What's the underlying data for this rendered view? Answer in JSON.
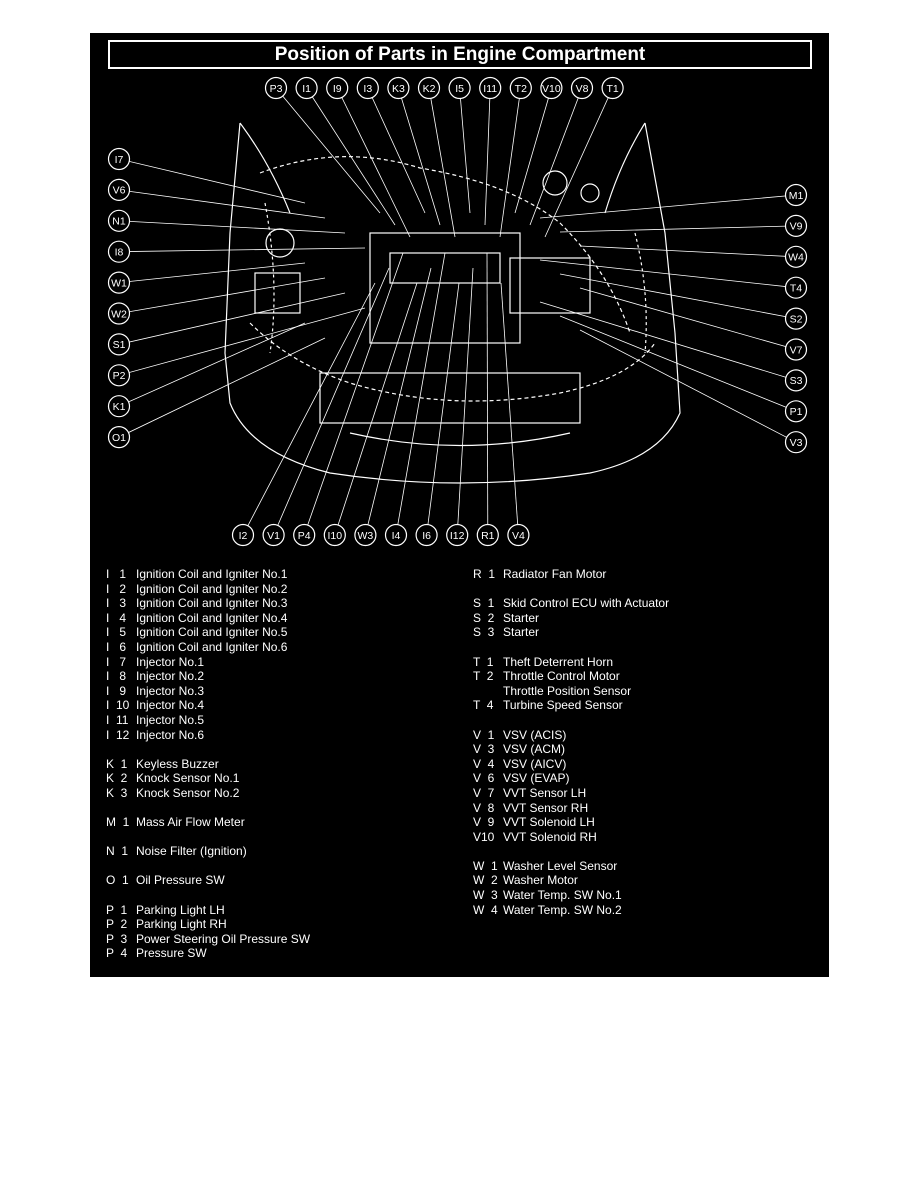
{
  "title": "Position of Parts in Engine Compartment",
  "colors": {
    "background": "#000000",
    "foreground": "#ffffff",
    "page": "#ffffff"
  },
  "callouts": {
    "top": [
      "P3",
      "I1",
      "I9",
      "I3",
      "K3",
      "K2",
      "I5",
      "I11",
      "T2",
      "V10",
      "V8",
      "T1"
    ],
    "left": [
      "I7",
      "V6",
      "N1",
      "I8",
      "W1",
      "W2",
      "S1",
      "P2",
      "K1",
      "O1"
    ],
    "right": [
      "M1",
      "V9",
      "W4",
      "T4",
      "S2",
      "V7",
      "S3",
      "P1",
      "V3"
    ],
    "bottom": [
      "I2",
      "V1",
      "P4",
      "I10",
      "W3",
      "I4",
      "I6",
      "I12",
      "R1",
      "V4"
    ]
  },
  "legend": {
    "left": [
      {
        "code": "I   1",
        "desc": "Ignition Coil and Igniter No.1"
      },
      {
        "code": "I   2",
        "desc": "Ignition Coil and Igniter No.2"
      },
      {
        "code": "I   3",
        "desc": "Ignition Coil and Igniter No.3"
      },
      {
        "code": "I   4",
        "desc": "Ignition Coil and Igniter No.4"
      },
      {
        "code": "I   5",
        "desc": "Ignition Coil and Igniter No.5"
      },
      {
        "code": "I   6",
        "desc": "Ignition Coil and Igniter No.6"
      },
      {
        "code": "I   7",
        "desc": "Injector No.1"
      },
      {
        "code": "I   8",
        "desc": "Injector No.2"
      },
      {
        "code": "I   9",
        "desc": "Injector No.3"
      },
      {
        "code": "I  10",
        "desc": "Injector No.4"
      },
      {
        "code": "I  11",
        "desc": "Injector No.5"
      },
      {
        "code": "I  12",
        "desc": "Injector No.6"
      },
      {
        "gap": true
      },
      {
        "code": "K  1",
        "desc": "Keyless Buzzer"
      },
      {
        "code": "K  2",
        "desc": "Knock Sensor No.1"
      },
      {
        "code": "K  3",
        "desc": "Knock Sensor No.2"
      },
      {
        "gap": true
      },
      {
        "code": "M  1",
        "desc": "Mass Air Flow Meter"
      },
      {
        "gap": true
      },
      {
        "code": "N  1",
        "desc": "Noise Filter (Ignition)"
      },
      {
        "gap": true
      },
      {
        "code": "O  1",
        "desc": "Oil Pressure SW"
      },
      {
        "gap": true
      },
      {
        "code": "P  1",
        "desc": "Parking Light LH"
      },
      {
        "code": "P  2",
        "desc": "Parking Light RH"
      },
      {
        "code": "P  3",
        "desc": "Power Steering Oil Pressure SW"
      },
      {
        "code": "P  4",
        "desc": "Pressure SW"
      }
    ],
    "right": [
      {
        "code": "R  1",
        "desc": "Radiator Fan Motor"
      },
      {
        "gap": true
      },
      {
        "code": "S  1",
        "desc": "Skid Control ECU with Actuator"
      },
      {
        "code": "S  2",
        "desc": "Starter"
      },
      {
        "code": "S  3",
        "desc": "Starter"
      },
      {
        "gap": true
      },
      {
        "code": "T  1",
        "desc": "Theft Deterrent Horn"
      },
      {
        "code": "T  2",
        "desc": "Throttle Control Motor"
      },
      {
        "code": "",
        "desc": "Throttle Position Sensor"
      },
      {
        "code": "T  4",
        "desc": "Turbine Speed Sensor"
      },
      {
        "gap": true
      },
      {
        "code": "V  1",
        "desc": "VSV (ACIS)"
      },
      {
        "code": "V  3",
        "desc": "VSV (ACM)"
      },
      {
        "code": "V  4",
        "desc": "VSV (AICV)"
      },
      {
        "code": "V  6",
        "desc": "VSV (EVAP)"
      },
      {
        "code": "V  7",
        "desc": "VVT Sensor LH"
      },
      {
        "code": "V  8",
        "desc": "VVT Sensor RH"
      },
      {
        "code": "V  9",
        "desc": "VVT Solenoid LH"
      },
      {
        "code": "V10",
        "desc": "VVT Solenoid RH"
      },
      {
        "gap": true
      },
      {
        "code": "W  1",
        "desc": "Washer Level Sensor"
      },
      {
        "code": "W  2",
        "desc": "Washer Motor"
      },
      {
        "code": "W  3",
        "desc": "Water Temp. SW No.1"
      },
      {
        "code": "W  4",
        "desc": "Water Temp. SW No.2"
      }
    ]
  }
}
